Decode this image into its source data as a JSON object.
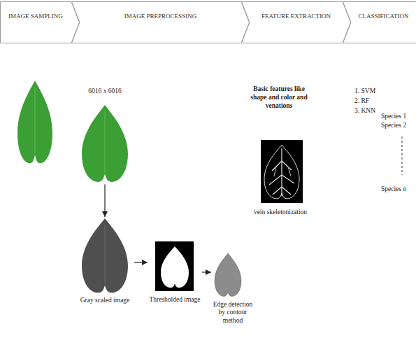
{
  "diagram": {
    "nodes": [
      {
        "text": [
          "IMAGE SAMPLING"
        ]
      },
      {
        "text": [
          "IMAGE PREPROCESSING"
        ]
      },
      {
        "text": [
          "FEATURE EXTRACTION"
        ]
      },
      {
        "text": [
          "CLASSIFICATION"
        ]
      },
      {
        "text": [
          "6016 x 6016"
        ]
      },
      {
        "text": [
          "Gray scaled image"
        ]
      },
      {
        "text": [
          "Thresholded image"
        ]
      },
      {
        "text": [
          "Edge detection by contour method"
        ]
      },
      {
        "text": [
          "vein skeletonization"
        ]
      }
    ],
    "edges": [
      {
        "from": 4,
        "to": 5,
        "arrow": "to"
      },
      {
        "from": 5,
        "to": 6,
        "arrow": "to"
      },
      {
        "from": 6,
        "to": 7,
        "arrow": "to"
      }
    ],
    "labels": [
      "Basic features like shape and color and venations",
      "1. SVM",
      "2. RF",
      "3. KNN",
      "Species 1",
      "Species 2",
      "Species n"
    ]
  }
}
